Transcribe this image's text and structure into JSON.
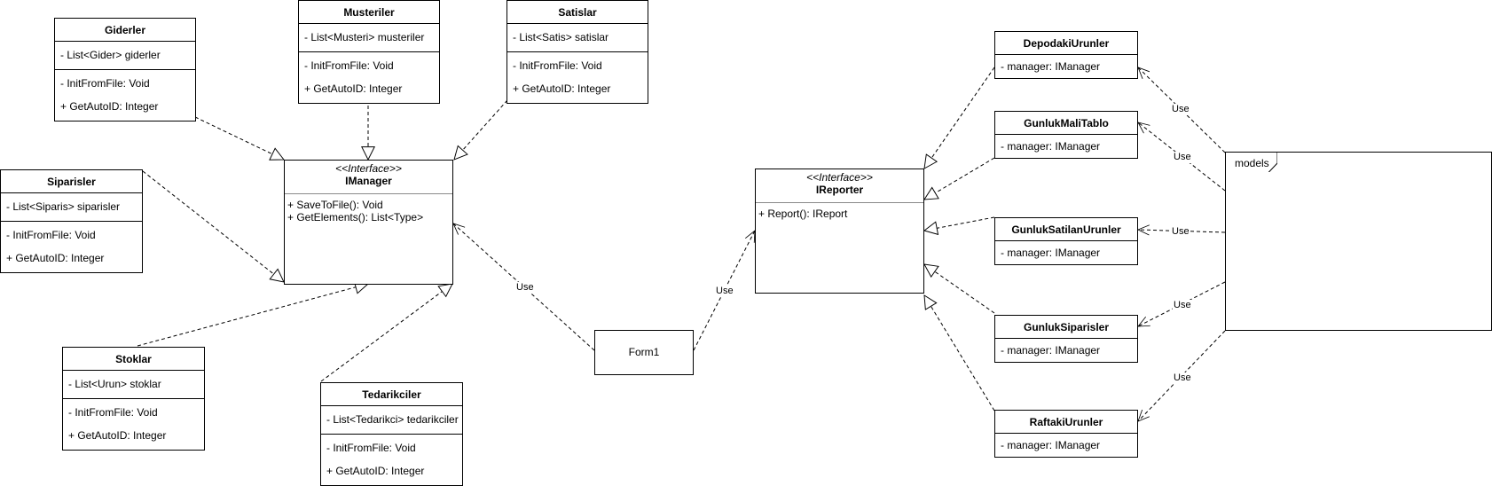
{
  "managed_classes": {
    "giderler": {
      "name": "Giderler",
      "attribute": "- List<Gider> giderler",
      "methods": [
        "- InitFromFile: Void",
        "+ GetAutoID: Integer"
      ]
    },
    "musteriler": {
      "name": "Musteriler",
      "attribute": "- List<Musteri> musteriler",
      "methods": [
        "- InitFromFile: Void",
        "+ GetAutoID: Integer"
      ]
    },
    "satislar": {
      "name": "Satislar",
      "attribute": "- List<Satis> satislar",
      "methods": [
        "- InitFromFile: Void",
        "+ GetAutoID: Integer"
      ]
    },
    "siparisler": {
      "name": "Siparisler",
      "attribute": "- List<Siparis> siparisler",
      "methods": [
        "- InitFromFile: Void",
        "+ GetAutoID: Integer"
      ]
    },
    "stoklar": {
      "name": "Stoklar",
      "attribute": "- List<Urun> stoklar",
      "methods": [
        "- InitFromFile: Void",
        "+ GetAutoID: Integer"
      ]
    },
    "tedarikciler": {
      "name": "Tedarikciler",
      "attribute": "- List<Tedarikci> tedarikciler",
      "methods": [
        "- InitFromFile: Void",
        "+ GetAutoID: Integer"
      ]
    }
  },
  "imanager": {
    "stereotype": "<<Interface>>",
    "name": "IManager",
    "methods": [
      "+ SaveToFile(): Void",
      "+ GetElements(): List<Type>"
    ]
  },
  "ireporter": {
    "stereotype": "<<Interface>>",
    "name": "IReporter",
    "methods": [
      "+ Report(): IReport"
    ]
  },
  "form1": {
    "name": "Form1"
  },
  "report_classes": {
    "depodaki": {
      "name": "DepodakiUrunler",
      "attribute": "- manager: IManager"
    },
    "mali_tablo": {
      "name": "GunlukMaliTablo",
      "attribute": "- manager: IManager"
    },
    "satilan": {
      "name": "GunlukSatilanUrunler",
      "attribute": "- manager: IManager"
    },
    "gunluk_siparis": {
      "name": "GunlukSiparisler",
      "attribute": "- manager: IManager"
    },
    "raftaki": {
      "name": "RaftakiUrunler",
      "attribute": "- manager: IManager"
    }
  },
  "models_frame": {
    "label": "models"
  },
  "edge_labels": {
    "use": "Use"
  }
}
